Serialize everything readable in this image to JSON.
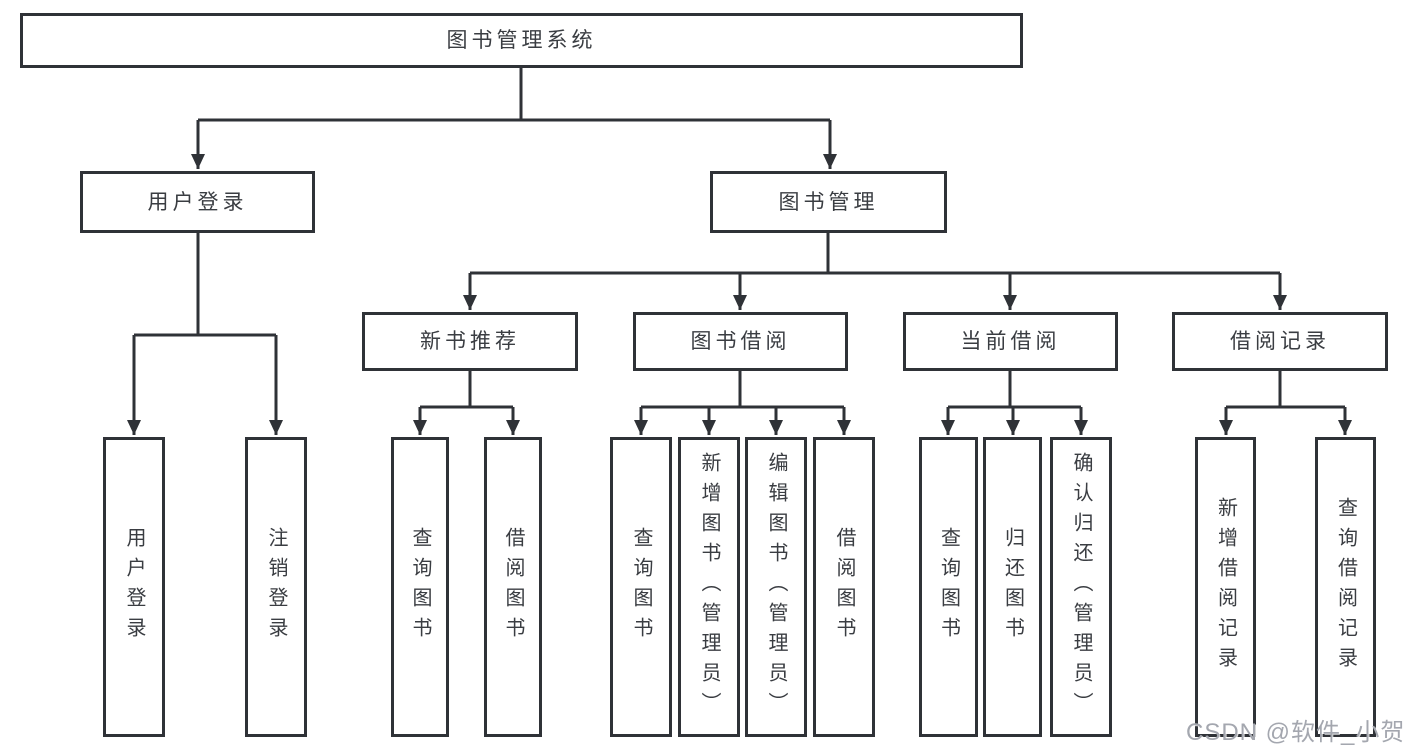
{
  "diagram": {
    "title": "图书管理系统",
    "colors": {
      "line": "#2f3237",
      "text": "#3a3d42",
      "background": "#ffffff",
      "watermark": "#a4a7af"
    }
  },
  "watermark": {
    "text": "CSDN @软件_小贺同学"
  },
  "tree": {
    "label": "图书管理系统",
    "children": [
      {
        "label": "用户登录",
        "children": [
          {
            "label": "用户登录"
          },
          {
            "label": "注销登录"
          }
        ]
      },
      {
        "label": "图书管理",
        "children": [
          {
            "label": "新书推荐",
            "children": [
              {
                "label": "查询图书"
              },
              {
                "label": "借阅图书"
              }
            ]
          },
          {
            "label": "图书借阅",
            "children": [
              {
                "label": "查询图书"
              },
              {
                "label": "新增图书（管理员）"
              },
              {
                "label": "编辑图书（管理员）"
              },
              {
                "label": "借阅图书"
              }
            ]
          },
          {
            "label": "当前借阅",
            "children": [
              {
                "label": "查询图书"
              },
              {
                "label": "归还图书"
              },
              {
                "label": "确认归还（管理员）"
              }
            ]
          },
          {
            "label": "借阅记录",
            "children": [
              {
                "label": "新增借阅记录"
              },
              {
                "label": "查询借阅记录"
              }
            ]
          }
        ]
      }
    ]
  }
}
